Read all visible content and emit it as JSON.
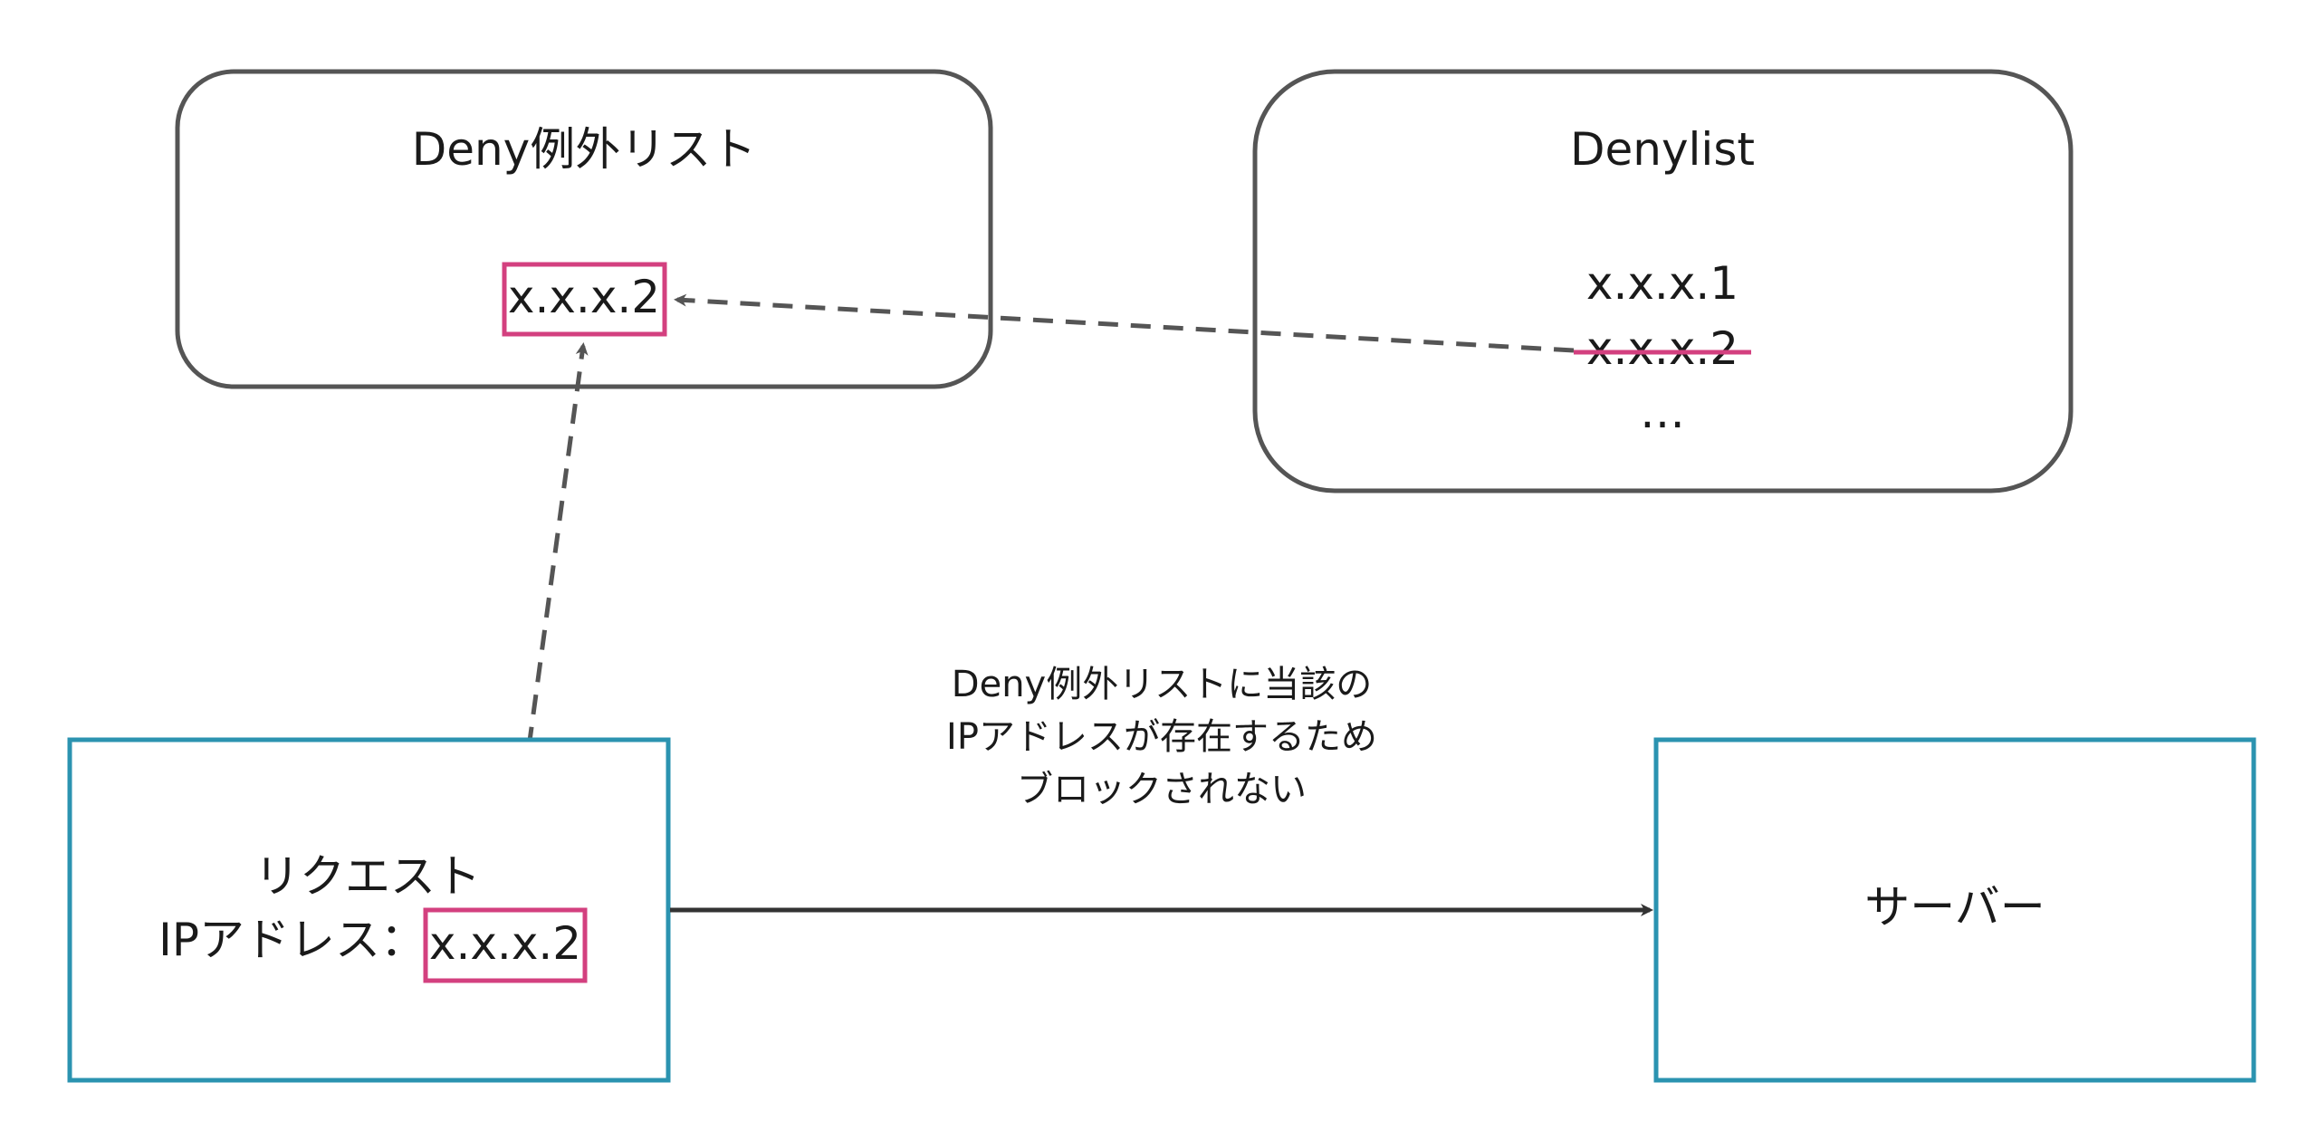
{
  "colors": {
    "background": "#ffffff",
    "rounded_box_border": "#555555",
    "teal_box_border": "#2b93b0",
    "highlight_pink": "#d3407f",
    "arrow_dark": "#333333",
    "dashed_arrow": "#555555",
    "text": "#1a1a1a"
  },
  "exception_list": {
    "title": "Deny例外リスト",
    "entry": "x.x.x.2"
  },
  "denylist": {
    "title": "Denylist",
    "entries": [
      "x.x.x.1",
      "x.x.x.2",
      "…"
    ],
    "struck_entry": "x.x.x.2"
  },
  "request": {
    "line1": "リクエスト",
    "ip_label": "IPアドレス：",
    "ip_value": "x.x.x.2"
  },
  "server": {
    "label": "サーバー"
  },
  "annotation": {
    "lines": [
      "Deny例外リストに当該の",
      "IPアドレスが存在するため",
      "ブロックされない"
    ]
  },
  "edges": [
    {
      "from": "denylist",
      "to": "exception_list",
      "style": "dashed"
    },
    {
      "from": "request",
      "to": "exception_list",
      "style": "dashed"
    },
    {
      "from": "request",
      "to": "server",
      "style": "solid"
    }
  ]
}
